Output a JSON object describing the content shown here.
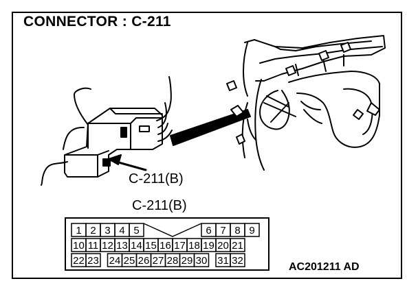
{
  "title": "CONNECTOR : C-211",
  "callout_label": "C-211(B)",
  "face_view_title": "C-211(B)",
  "figure_code": "AC201211 AD",
  "pins": {
    "row1": [
      {
        "n": "1",
        "col": 0
      },
      {
        "n": "2",
        "col": 1
      },
      {
        "n": "3",
        "col": 2
      },
      {
        "n": "4",
        "col": 3
      },
      {
        "n": "5",
        "col": 4
      },
      {
        "n": "6",
        "col": 9
      },
      {
        "n": "7",
        "col": 10
      },
      {
        "n": "8",
        "col": 11
      },
      {
        "n": "9",
        "col": 12
      }
    ],
    "row2": [
      {
        "n": "10",
        "col": 0
      },
      {
        "n": "11",
        "col": 1
      },
      {
        "n": "12",
        "col": 2
      },
      {
        "n": "13",
        "col": 3
      },
      {
        "n": "14",
        "col": 4
      },
      {
        "n": "15",
        "col": 5
      },
      {
        "n": "16",
        "col": 6
      },
      {
        "n": "17",
        "col": 7
      },
      {
        "n": "18",
        "col": 8
      },
      {
        "n": "19",
        "col": 9
      },
      {
        "n": "20",
        "col": 10
      },
      {
        "n": "21",
        "col": 11
      }
    ],
    "row3": [
      {
        "n": "22",
        "col": 0
      },
      {
        "n": "23",
        "col": 1
      },
      {
        "n": "24",
        "col": 2.5
      },
      {
        "n": "25",
        "col": 3.5
      },
      {
        "n": "26",
        "col": 4.5
      },
      {
        "n": "27",
        "col": 5.5
      },
      {
        "n": "28",
        "col": 6.5
      },
      {
        "n": "29",
        "col": 7.5
      },
      {
        "n": "30",
        "col": 8.5
      },
      {
        "n": "31",
        "col": 10
      },
      {
        "n": "32",
        "col": 11
      }
    ]
  }
}
